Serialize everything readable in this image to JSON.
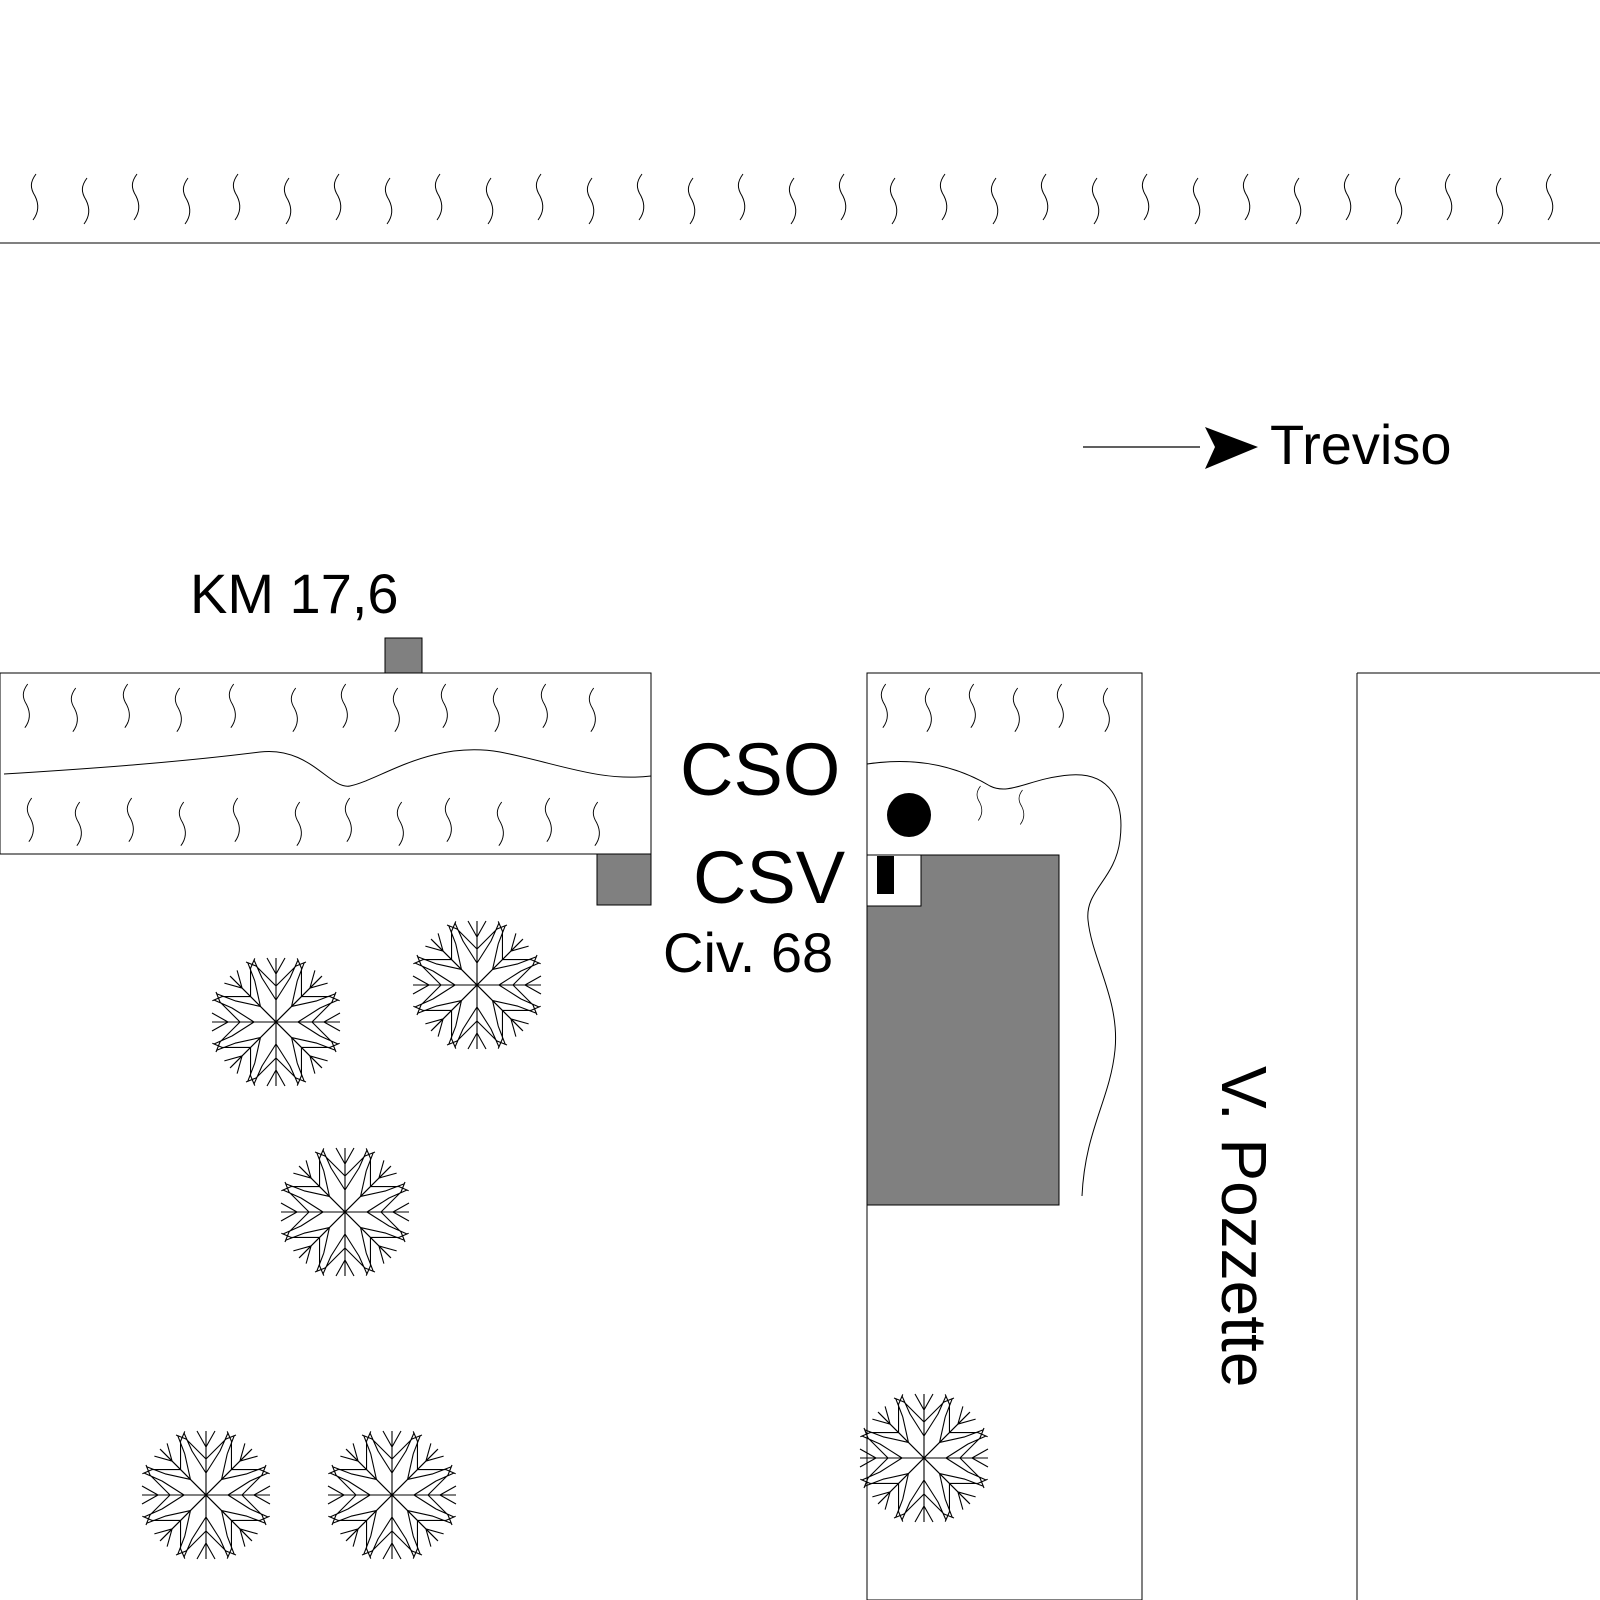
{
  "labels": {
    "km_marker": "KM 17,6",
    "direction": "Treviso",
    "cso": "CSO",
    "csv": "CSV",
    "civic_number": "Civ. 68",
    "street_name": "V. Pozzette"
  },
  "colors": {
    "building_fill": "#808080",
    "line": "#000000",
    "background": "#ffffff"
  },
  "symbols": {
    "grass": "grass-tuft-icon",
    "tree": "tree-icon",
    "cso_marker": "filled-circle",
    "csv_marker": "filled-rectangle",
    "direction_arrow": "arrow-right-icon"
  }
}
